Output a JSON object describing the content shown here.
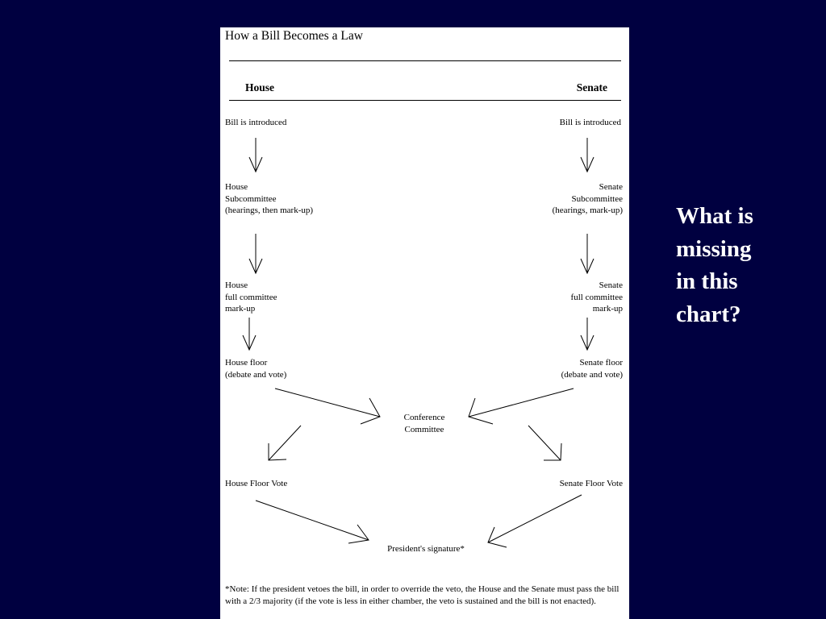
{
  "flowchart": {
    "title": "How a Bill Becomes a Law",
    "house_header": "House",
    "senate_header": "Senate",
    "house_steps": [
      "Bill is introduced",
      "House\nSubcommittee\n(hearings, then mark-up)",
      "House\nfull committee\nmark-up",
      "House floor\n(debate and vote)"
    ],
    "senate_steps": [
      "Bill is introduced",
      "Senate\nSubcommittee\n(hearings, mark-up)",
      "Senate\nfull committee\nmark-up",
      "Senate floor\n(debate and vote)"
    ],
    "conference": "Conference\nCommittee",
    "house_final_vote": "House Floor Vote",
    "senate_final_vote": "Senate Floor Vote",
    "president": "President's signature*",
    "note": "*Note:   If the president vetoes the bill, in order to override the veto, the House and the Senate must pass the bill with a 2/3 majority (if the vote is less in either chamber, the veto is sustained and the bill is not enacted)."
  },
  "slide": {
    "question": "What is\nmissing\nin this\nchart?"
  },
  "colors": {
    "background": "#000040",
    "sheet": "#ffffff",
    "question_text": "#ffffff"
  }
}
